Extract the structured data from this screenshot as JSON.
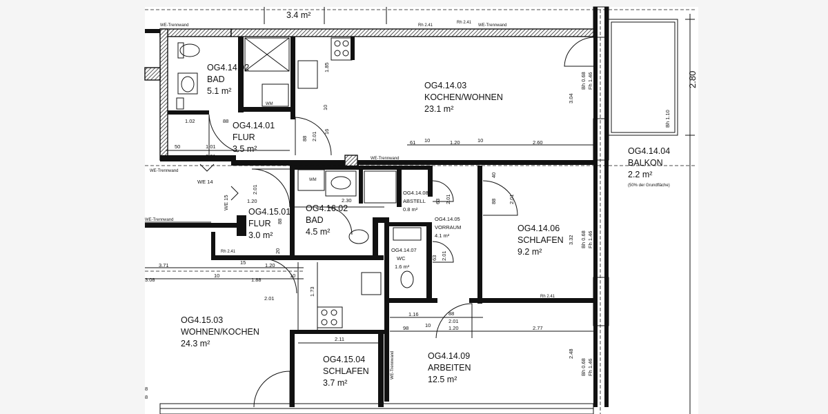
{
  "rooms": {
    "og4_14_02": {
      "id": "OG4.14.02",
      "name": "BAD",
      "area": "5.1 m²"
    },
    "og4_14_01": {
      "id": "OG4.14.01",
      "name": "FLUR",
      "area": "3.5 m²"
    },
    "og4_14_03": {
      "id": "OG4.14.03",
      "name": "KOCHEN/WOHNEN",
      "area": "23.1 m²"
    },
    "og4_14_04": {
      "id": "OG4.14.04",
      "name": "BALKON",
      "area": "2.2 m²",
      "note": "(50% der Grundfläche)"
    },
    "og4_14_08": {
      "id": "OG4.14.08",
      "name": "ABSTELL",
      "area": "0.8 m²"
    },
    "og4_14_05": {
      "id": "OG4.14.05",
      "name": "VORRAUM",
      "area": "4.1 m²"
    },
    "og4_14_07": {
      "id": "OG4.14.07",
      "name": "WC",
      "area": "1.6 m²"
    },
    "og4_14_06": {
      "id": "OG4.14.06",
      "name": "SCHLAFEN",
      "area": "9.2 m²"
    },
    "og4_14_09": {
      "id": "OG4.14.09",
      "name": "ARBEITEN",
      "area": "12.5 m²"
    },
    "og4_15_01": {
      "id": "OG4.15.01",
      "name": "FLUR",
      "area": "3.0 m²"
    },
    "og4_16_02": {
      "id": "OG4.16.02",
      "name": "BAD",
      "area": "4.5 m²"
    },
    "og4_15_03": {
      "id": "OG4.15.03",
      "name": "WOHNEN/KOCHEN",
      "area": "24.3 m²"
    },
    "og4_15_04": {
      "id": "OG4.15.04",
      "name": "SCHLAFEN",
      "area": "3.7 m²"
    },
    "top_room": {
      "area": "3.4 m²"
    }
  },
  "labels": {
    "we_trennwand_1": "WE-Trennwand",
    "we_trennwand_2": "WE-Trennwand",
    "we_trennwand_3": "WE-Trennwand",
    "we_trennwand_4": "WE-Trennwand",
    "we_trennwand_5": "WE-Trennwand",
    "we_trennwand_6": "WE-Trennwand",
    "we14": "WE 14",
    "we15": "WE 15",
    "wm1": "WM",
    "wm2": "WM",
    "rh_top1": "Rh 2.41",
    "rh_top2": "Rh 2.41",
    "rh_mid": "Rh 2.41",
    "rh_left": "Rh 2.41",
    "bh_top": "Bh 0.68",
    "fh_top": "Fh 1.46",
    "bh_schlafen": "Bh 0.68",
    "fh_schlafen": "Fh 1.46",
    "bh_arbeiten": "Bh 0.68",
    "fh_arbeiten": "Fh 1.46",
    "bh_balkon": "Bh 1.10",
    "dim_280": "2.80"
  },
  "dims": {
    "d_102": "1.02",
    "d_88a": "88",
    "d_50": "50",
    "d_101": "1.01",
    "d_201a": "2.01",
    "d_201b": "2.01",
    "d_88b": "88",
    "d_16": "16",
    "d_10a": "10",
    "d_185": "1.85",
    "d_304": "3.04",
    "d_61": "61",
    "d_10b": "10",
    "d_120a": "1.20",
    "d_10c": "10",
    "d_260": "2.60",
    "d_201c": "2.01",
    "d_120b": "1.20",
    "d_88c": "88",
    "d_230": "2.30",
    "d_63a": "63",
    "d_201d": "2.01",
    "d_40": "40",
    "d_88d": "88",
    "d_201e": "2.01",
    "d_332": "3.32",
    "d_63b": "63",
    "d_201f": "2.01",
    "d_20": "20",
    "d_371": "3.71",
    "d_15": "15",
    "d_120c": "1.20",
    "d_308": "3.08",
    "d_10d": "10",
    "d_188": "1.88",
    "d_10e": "10",
    "d_201g": "2.01",
    "d_173": "1.73",
    "d_116": "1.16",
    "d_88e": "88",
    "d_201h": "2.01",
    "d_98": "98",
    "d_10f": "10",
    "d_120d": "1.20",
    "d_277": "2.77",
    "d_211": "2.11",
    "d_248": "2.48",
    "d_8": "8",
    "d_8b": "8"
  }
}
